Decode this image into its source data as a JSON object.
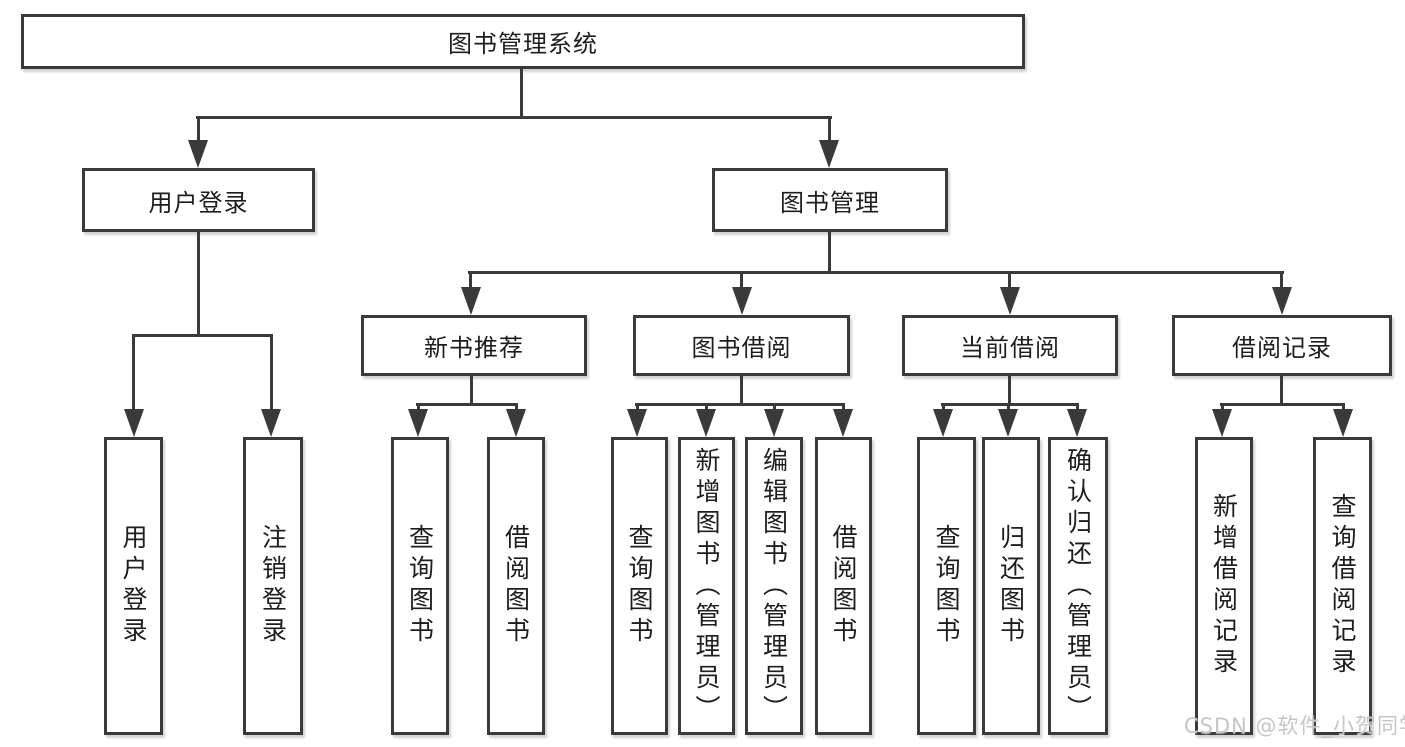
{
  "diagram": {
    "root": {
      "label": "图书管理系统"
    },
    "level2": [
      {
        "label": "用户登录"
      },
      {
        "label": "图书管理"
      }
    ],
    "level3": [
      {
        "label": "新书推荐"
      },
      {
        "label": "图书借阅"
      },
      {
        "label": "当前借阅"
      },
      {
        "label": "借阅记录"
      }
    ],
    "leaves": [
      {
        "label": "用户登录"
      },
      {
        "label": "注销登录"
      },
      {
        "label": "查询图书"
      },
      {
        "label": "借阅图书"
      },
      {
        "label": "查询图书"
      },
      {
        "label": "新增图书（管理员）"
      },
      {
        "label": "编辑图书（管理员）"
      },
      {
        "label": "借阅图书"
      },
      {
        "label": "查询图书"
      },
      {
        "label": "归还图书"
      },
      {
        "label": "确认归还（管理员）"
      },
      {
        "label": "新增借阅记录"
      },
      {
        "label": "查询借阅记录"
      }
    ]
  },
  "watermark": {
    "text": "CSDN @软件_小贺同学"
  },
  "colors": {
    "line": "#3a3a3a",
    "text": "#1e1e1e",
    "background": "#ffffff",
    "watermark": "#c6c6c6"
  }
}
